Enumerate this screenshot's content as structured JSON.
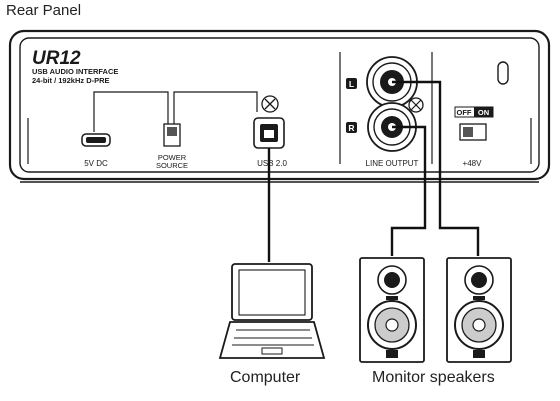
{
  "title": "Rear Panel",
  "device": {
    "logo": "UR12",
    "subtitle_line1": "USB AUDIO INTERFACE",
    "subtitle_line2": "24-bit / 192kHz D-PRE"
  },
  "panel_labels": {
    "dc_in": "5V DC",
    "power_source": "POWER SOURCE",
    "usb": "USB 2.0",
    "line_output": "LINE OUTPUT",
    "channel_left": "L",
    "channel_right": "R",
    "phantom_power": "+48V",
    "switch_off": "OFF",
    "switch_on": "ON"
  },
  "captions": {
    "computer": "Computer",
    "monitors": "Monitor speakers"
  },
  "colors": {
    "outline": "#1a1a1a",
    "panel_fill": "#ffffff",
    "cable": "#111111",
    "cone_fill": "#cccccc"
  }
}
